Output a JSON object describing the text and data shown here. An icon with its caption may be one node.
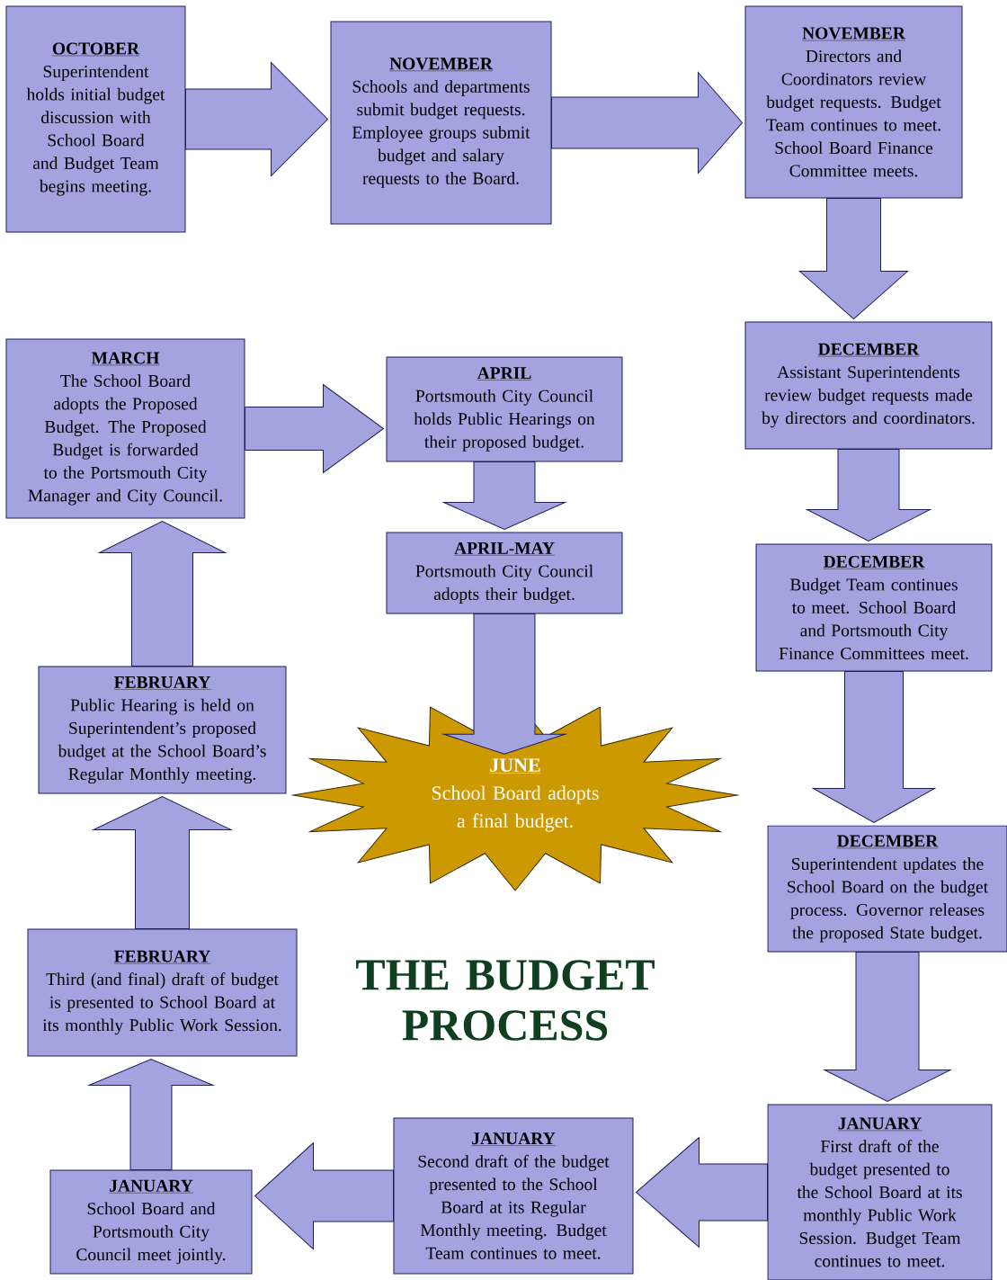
{
  "diagram": {
    "title": "THE BUDGET PROCESS",
    "nodes": [
      {
        "text": [
          "OCTOBER",
          "Superintendent holds initial budget discussion with School Board and Budget Team begins meeting."
        ]
      },
      {
        "text": [
          "NOVEMBER",
          "Schools and departments submit budget requests. Employee groups submit budget and salary requests to the Board."
        ]
      },
      {
        "text": [
          "NOVEMBER",
          "Directors and Coordinators review budget requests. Budget Team continues to meet. School Board Finance Committee meets."
        ]
      },
      {
        "text": [
          "DECEMBER",
          "Assistant Superintendents review budget requests made by directors and coordinators."
        ]
      },
      {
        "text": [
          "DECEMBER",
          "Budget Team continues to meet.  School Board and Portsmouth City Finance Committees meet."
        ]
      },
      {
        "text": [
          "DECEMBER",
          "Superintendent updates the School Board on the budget process.  Governor releases the proposed State budget."
        ]
      },
      {
        "text": [
          "JANUARY",
          "First draft of the budget presented to the School Board at its monthly Public Work Session. Budget Team continues to meet."
        ]
      },
      {
        "text": [
          "JANUARY",
          "Second draft of the budget presented to the School Board at its Regular Monthly meeting. Budget Team continues to meet."
        ]
      },
      {
        "text": [
          "JANUARY",
          "School Board and Portsmouth City Council meet jointly."
        ]
      },
      {
        "text": [
          "FEBRUARY",
          "Third (and final) draft of budget is presented to School Board at its monthly Public Work Session."
        ]
      },
      {
        "text": [
          "FEBRUARY",
          "Public Hearing is held on Superintendent’s proposed budget at the School Board’s Regular Monthly meeting."
        ]
      },
      {
        "text": [
          "MARCH",
          "The School Board adopts the Proposed Budget.  The Proposed Budget is forwarded to the Portsmouth City Manager and City Council."
        ]
      },
      {
        "text": [
          "APRIL",
          "Portsmouth City Council holds Public Hearings on their proposed budget."
        ]
      },
      {
        "text": [
          "APRIL-MAY",
          "Portsmouth City Council adopts their budget."
        ]
      },
      {
        "text": [
          "JUNE",
          "School Board adopts a final budget."
        ]
      }
    ],
    "edges": [
      {
        "from": 0,
        "to": 1,
        "arrow": "to"
      },
      {
        "from": 1,
        "to": 2,
        "arrow": "to"
      },
      {
        "from": 2,
        "to": 3,
        "arrow": "to"
      },
      {
        "from": 3,
        "to": 4,
        "arrow": "to"
      },
      {
        "from": 4,
        "to": 5,
        "arrow": "to"
      },
      {
        "from": 5,
        "to": 6,
        "arrow": "to"
      },
      {
        "from": 6,
        "to": 7,
        "arrow": "to"
      },
      {
        "from": 7,
        "to": 8,
        "arrow": "to"
      },
      {
        "from": 8,
        "to": 9,
        "arrow": "to"
      },
      {
        "from": 9,
        "to": 10,
        "arrow": "to"
      },
      {
        "from": 10,
        "to": 11,
        "arrow": "to"
      },
      {
        "from": 11,
        "to": 12,
        "arrow": "to"
      },
      {
        "from": 12,
        "to": 13,
        "arrow": "to"
      },
      {
        "from": 13,
        "to": 14,
        "arrow": "to"
      }
    ]
  }
}
